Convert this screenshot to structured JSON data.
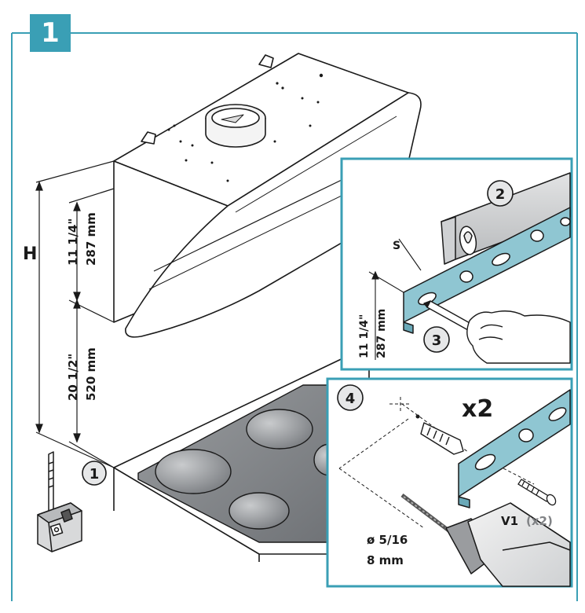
{
  "step": {
    "number": "1"
  },
  "main": {
    "height_label": "H",
    "upper_dim": {
      "inches": "11 1/4\"",
      "mm": "287 mm"
    },
    "lower_dim": {
      "inches": "20 1/2\"",
      "mm": "520 mm"
    },
    "tool_callout": "1"
  },
  "inset_marking": {
    "callout_level": "2",
    "callout_pencil": "3",
    "bracket_label": "S",
    "dim": {
      "inches": "11 1/4\"",
      "mm": "287 mm"
    }
  },
  "inset_drilling": {
    "callout": "4",
    "quantity": "x2",
    "screw_label": "V1",
    "screw_qty": "(x2)",
    "drill_diameter": "ø  5/16",
    "drill_mm": "8 mm"
  },
  "colors": {
    "accent": "#3a9fb5",
    "bracket": "#8fc6d2",
    "line": "#1a1a1a",
    "hob": "#8a8d90"
  }
}
